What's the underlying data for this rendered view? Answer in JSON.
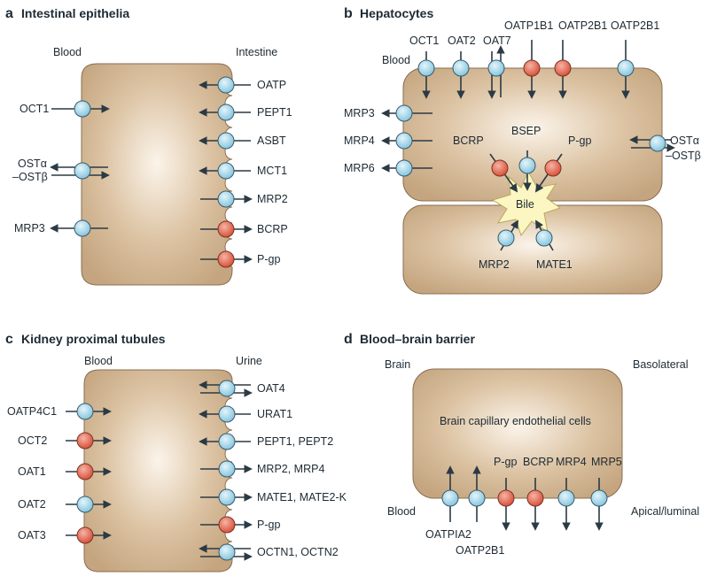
{
  "panels": {
    "a": {
      "letter": "a",
      "title": "Intestinal epithelia",
      "left_side": "Blood",
      "right_side": "Intestine",
      "basolateral": [
        "OCT1",
        "OSTα",
        "–OSTβ",
        "MRP3"
      ],
      "apical": [
        "OATP",
        "PEPT1",
        "ASBT",
        "MCT1",
        "MRP2",
        "BCRP",
        "P-gp"
      ]
    },
    "b": {
      "letter": "b",
      "title": "Hepatocytes",
      "blood_label": "Blood",
      "top": [
        "OCT1",
        "OAT2",
        "OAT7",
        "OATP1B1",
        "OATP2B1",
        "OATP2B1"
      ],
      "left": [
        "MRP3",
        "MRP4",
        "MRP6"
      ],
      "right": [
        "OSTα",
        "–OSTβ"
      ],
      "canalicular": [
        "BCRP",
        "BSEP",
        "P-gp"
      ],
      "bile_label": "Bile",
      "lower": [
        "MRP2",
        "MATE1"
      ]
    },
    "c": {
      "letter": "c",
      "title": "Kidney proximal tubules",
      "left_side": "Blood",
      "right_side": "Urine",
      "basolateral": [
        "OATP4C1",
        "OCT2",
        "OAT1",
        "OAT2",
        "OAT3"
      ],
      "apical": [
        "OAT4",
        "URAT1",
        "PEPT1, PEPT2",
        "MRP2, MRP4",
        "MATE1, MATE2-K",
        "P-gp",
        "OCTN1, OCTN2"
      ]
    },
    "d": {
      "letter": "d",
      "title": "Blood–brain barrier",
      "brain_label": "Brain",
      "basolateral_label": "Basolateral",
      "cell_label": "Brain capillary endothelial cells",
      "blood_label": "Blood",
      "apical_label": "Apical/luminal",
      "top_transporters": [
        "P-gp",
        "BCRP",
        "MRP4",
        "MRP5"
      ],
      "bottom_transporters": [
        "OATPIA2",
        "OATP2B1"
      ]
    }
  },
  "colors": {
    "cell": "#c9ac87",
    "cell_highlight": "#fbf4ea",
    "transporter_blue": "#9fd3e6",
    "transporter_red": "#e0604a",
    "arrow": "#2b3a44"
  }
}
